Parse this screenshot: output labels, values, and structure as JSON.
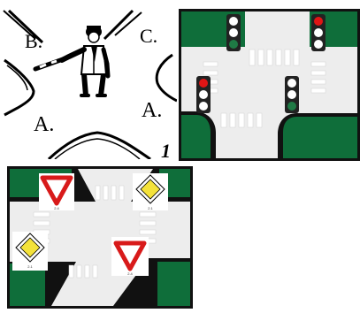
{
  "officer_panel": {
    "corner_labels": {
      "top_left": "B.",
      "top_right": "C.",
      "bottom_left": "A.",
      "bottom_right": "A."
    },
    "index_number": "1"
  },
  "lights_panel": {
    "traffic_lights": [
      {
        "position": "top-left",
        "active": "green"
      },
      {
        "position": "top-right",
        "active": "red"
      },
      {
        "position": "bottom-left",
        "active": "red"
      },
      {
        "position": "bottom-right",
        "active": "green"
      }
    ],
    "colors": {
      "green": "#0f6e3a",
      "road": "#ededed",
      "red": "#e01515",
      "light_green": "#1f7a45",
      "lamp_off": "#ffffff"
    }
  },
  "signs_panel": {
    "signs": [
      {
        "name": "give-way",
        "code": "2.4"
      },
      {
        "name": "main-road",
        "code": "2.1"
      },
      {
        "name": "main-road",
        "code": "2.1"
      },
      {
        "name": "give-way",
        "code": "2.4"
      }
    ],
    "colors": {
      "give_way_border": "#d81a1a",
      "main_road_fill": "#f4e23a",
      "green": "#0f6e3a"
    }
  }
}
